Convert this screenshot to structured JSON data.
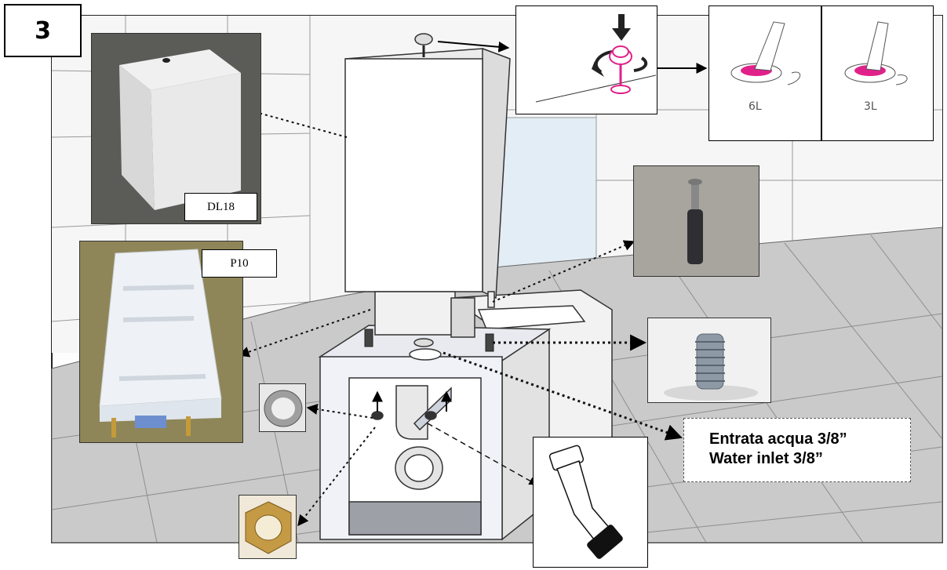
{
  "step": {
    "number": "3"
  },
  "labels": {
    "tank_model_1": "DL18",
    "tank_model_2": "P10",
    "flush_full": "6L",
    "flush_half": "3L",
    "inlet_line_1": "Entrata acqua 3/8”",
    "inlet_line_2": "Water inlet 3/8”"
  },
  "icons": {
    "press_button": "push-button-icon",
    "rotate": "rotate-arrow-icon"
  },
  "colors": {
    "button_magenta": "#e0218a",
    "floor_tile": "#c9c9c9",
    "wall_tile": "#f4f4f4"
  }
}
